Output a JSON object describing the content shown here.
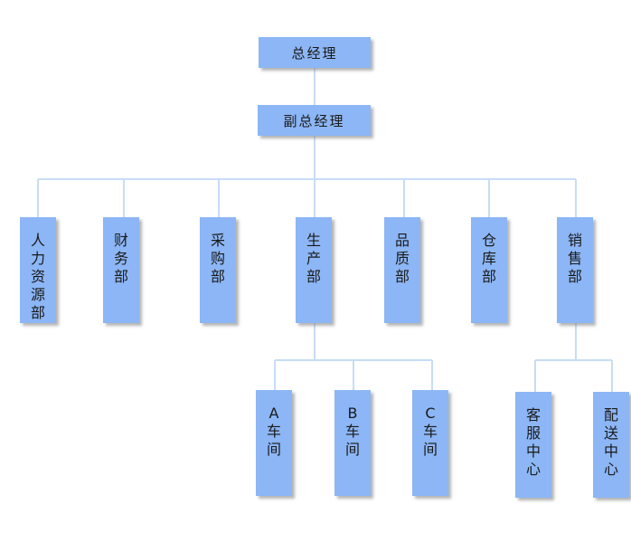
{
  "colors": {
    "box_fill": "#8cb6f5",
    "connector": "#c7dcf6"
  },
  "top": {
    "general_manager": "总经理",
    "deputy_general_manager": "副总经理"
  },
  "departments": {
    "hr": "人力资源部",
    "finance": "财务部",
    "purchasing": "采购部",
    "production": "生产部",
    "quality": "品质部",
    "warehouse": "仓库部",
    "sales": "销售部"
  },
  "production_units": {
    "workshop_a": "A车间",
    "workshop_b": "B车间",
    "workshop_c": "C车间"
  },
  "sales_units": {
    "customer_service_center": "客服中心",
    "delivery_center": "配送中心"
  }
}
